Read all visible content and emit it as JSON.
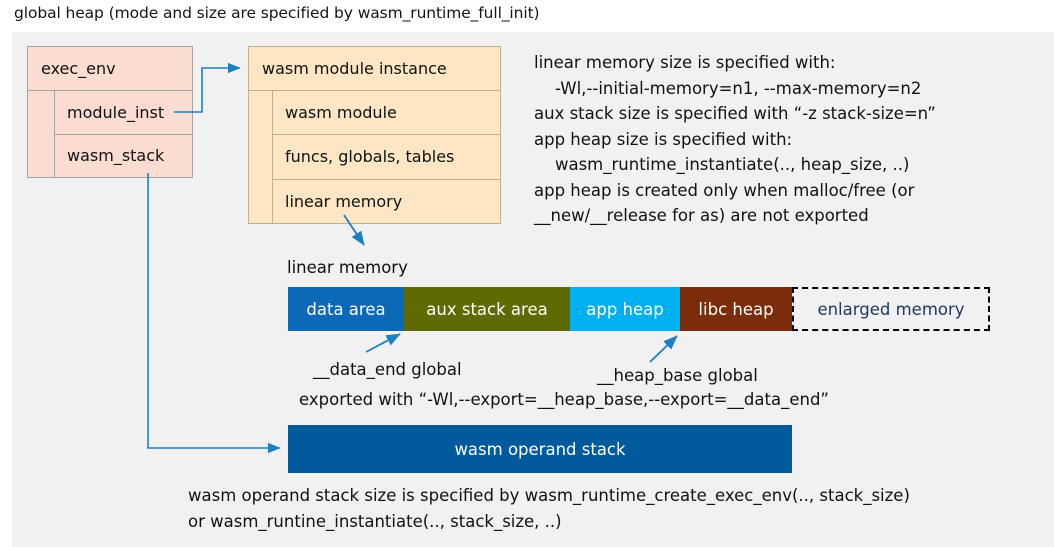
{
  "title": "global heap (mode and size are specified by wasm_runtime_full_init)",
  "colors": {
    "panel_bg": "#f1f1f1",
    "exec_env_fill": "#fadcd1",
    "module_inst_fill": "#fce6c4",
    "connector": "#1f7fc4",
    "data_area": "#0b69b8",
    "aux_stack_area": "#5f6b02",
    "app_heap": "#00b0f0",
    "libc_heap": "#7b2d0b",
    "enlarged_memory_text": "#1f3864",
    "operand_stack": "#005a9c"
  },
  "exec_env": {
    "header": "exec_env",
    "fields": [
      {
        "label": "module_inst"
      },
      {
        "label": "wasm_stack"
      }
    ]
  },
  "module_instance": {
    "header": "wasm module instance",
    "fields": [
      {
        "label": "wasm module"
      },
      {
        "label": "funcs, globals, tables"
      },
      {
        "label": "linear memory"
      }
    ]
  },
  "notes": {
    "right": "linear memory size is specified with:\n    -Wl,--initial-memory=n1, --max-memory=n2\naux stack size is specified with “-z stack-size=n”\napp heap size is specified with:\n    wasm_runtime_instantiate(.., heap_size, ..)\napp heap is created only when malloc/free (or\n__new/__release for as) are not exported",
    "bottom": "wasm operand stack size is specified by wasm_runtime_create_exec_env(.., stack_size)\nor wasm_runtine_instantiate(.., stack_size, ..)"
  },
  "linear_memory": {
    "caption": "linear memory",
    "segments": [
      {
        "label": "data area",
        "color": "#0b69b8",
        "width": 116,
        "text_color": "#ffffff",
        "dashed": false
      },
      {
        "label": "aux stack area",
        "color": "#5f6b02",
        "width": 166,
        "text_color": "#ffffff",
        "dashed": false
      },
      {
        "label": "app heap",
        "color": "#00b0f0",
        "width": 110,
        "text_color": "#ffffff",
        "dashed": false
      },
      {
        "label": "libc heap",
        "color": "#7b2d0b",
        "width": 112,
        "text_color": "#ffffff",
        "dashed": false
      },
      {
        "label": "enlarged memory",
        "color": "#f1f1f1",
        "width": 198,
        "text_color": "#1f3864",
        "dashed": true
      }
    ]
  },
  "annotations": {
    "data_end": "__data_end global",
    "heap_base": "__heap_base global",
    "exported": "exported with “-Wl,--export=__heap_base,--export=__data_end”"
  },
  "operand_stack": {
    "label": "wasm operand stack"
  }
}
